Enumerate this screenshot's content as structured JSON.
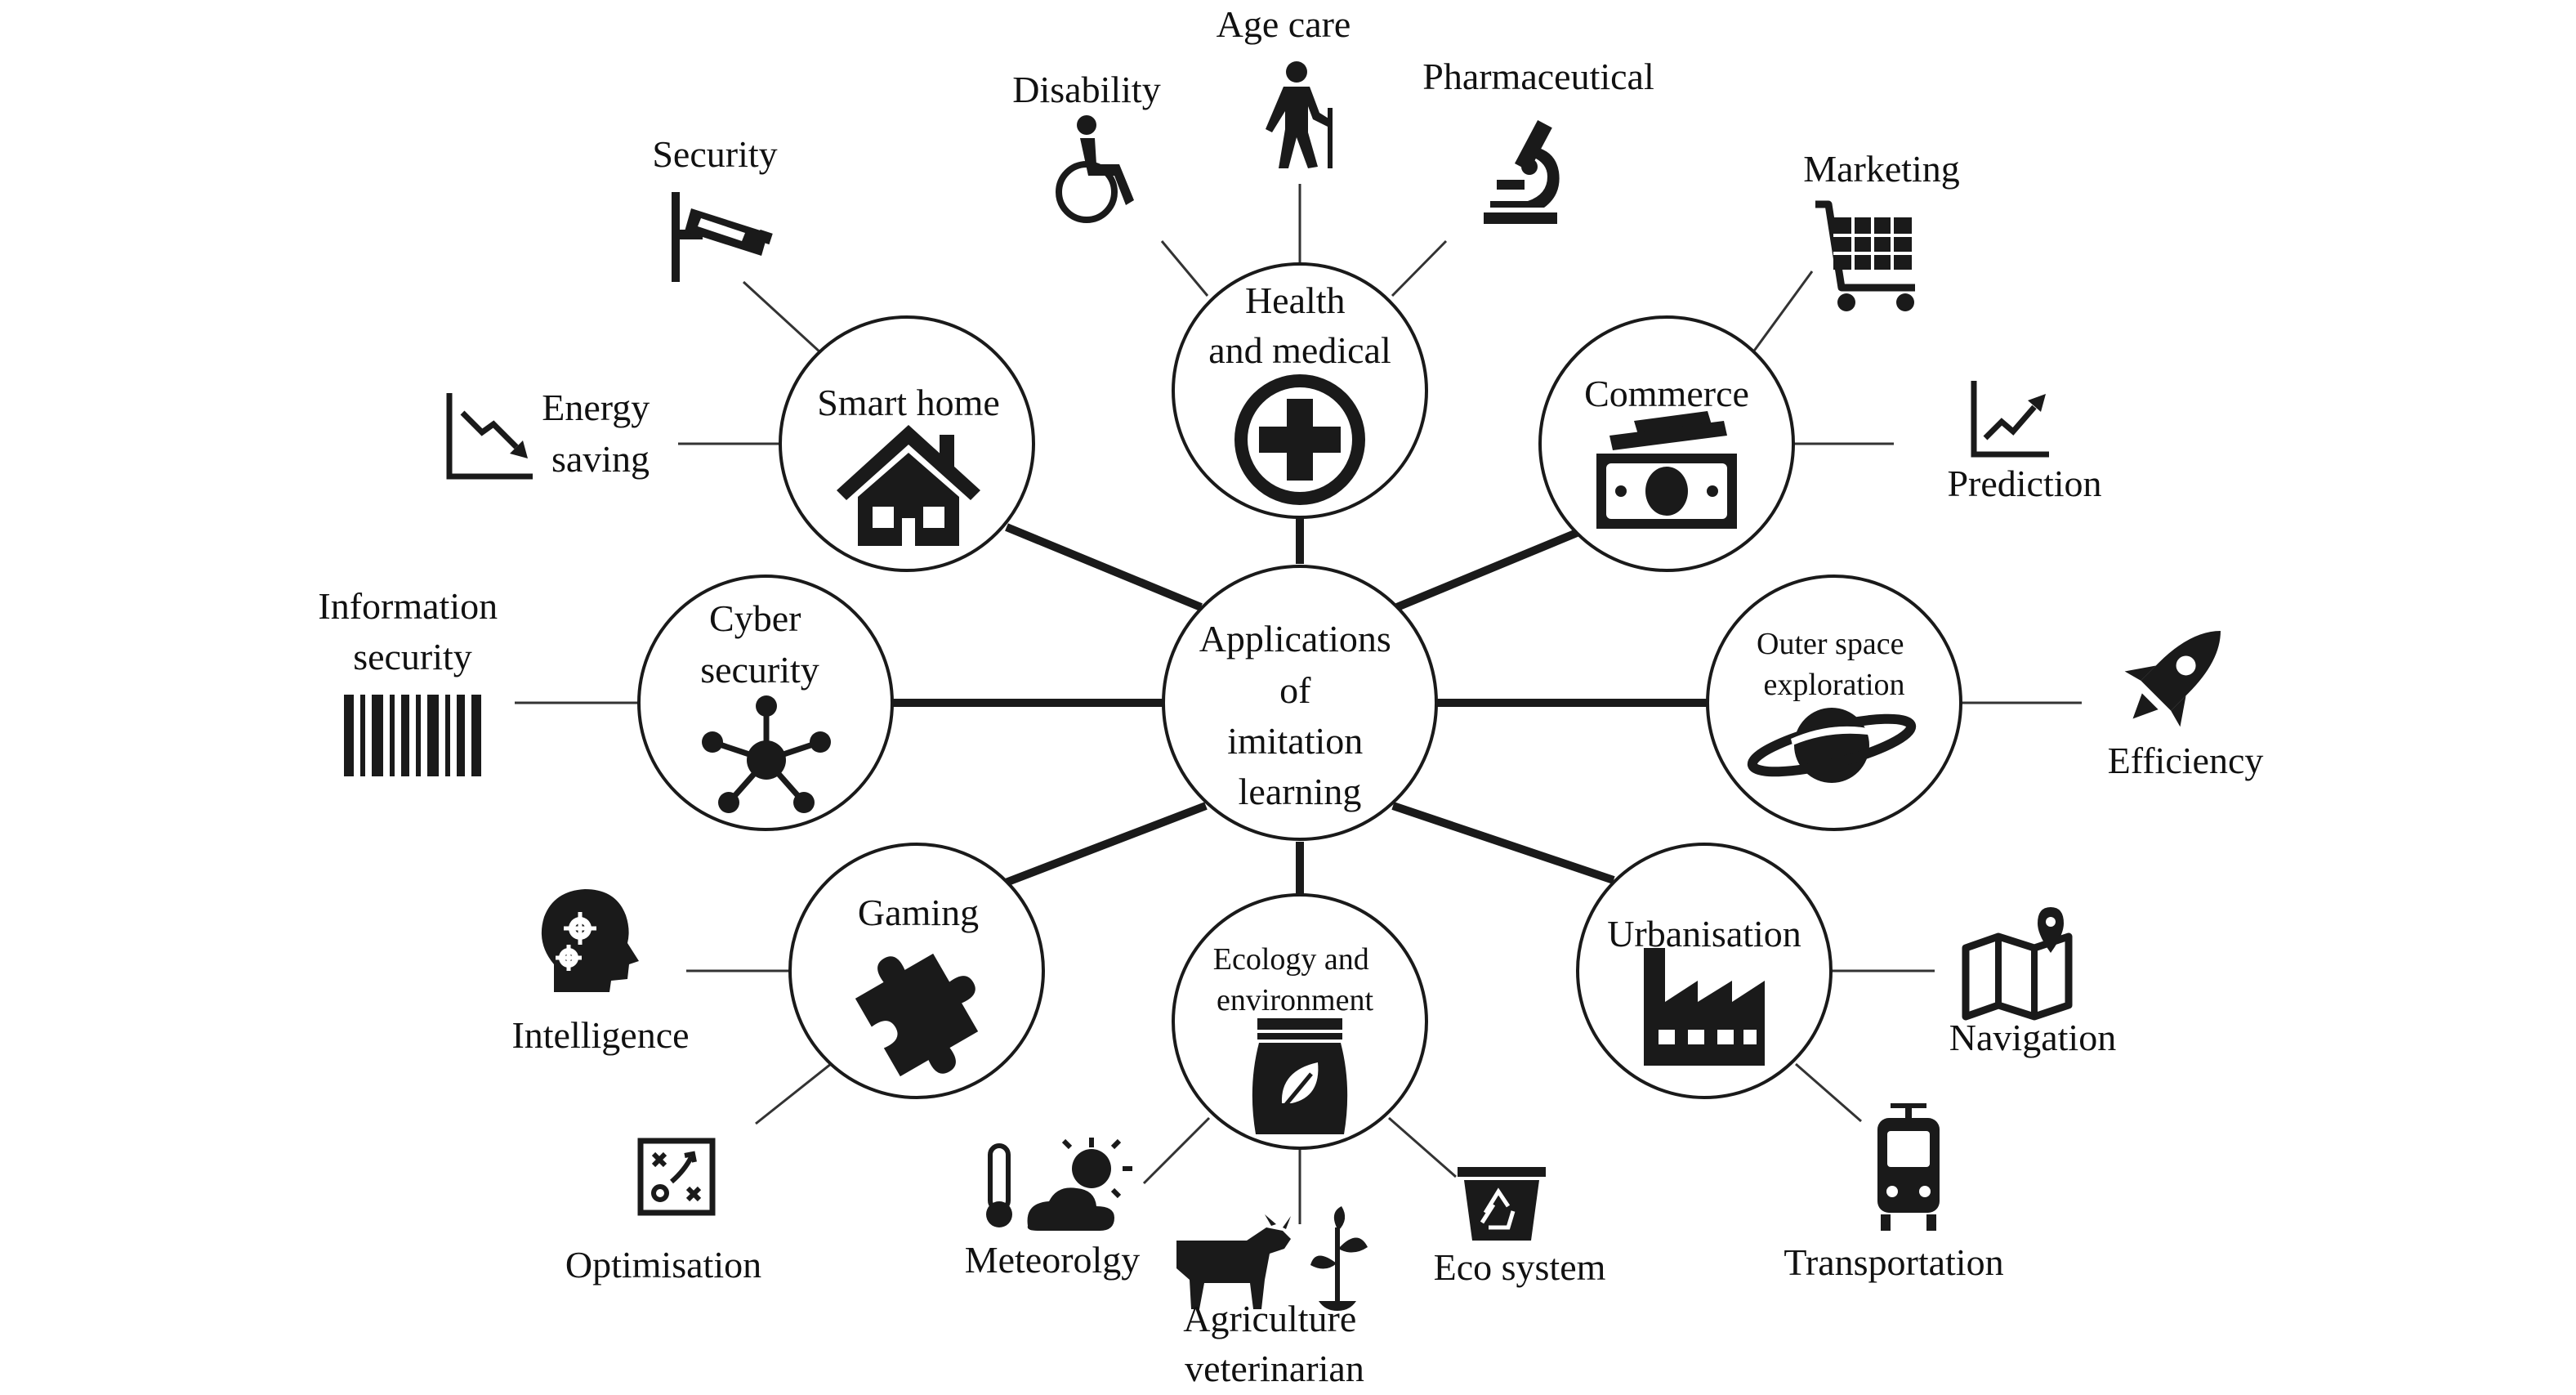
{
  "center": {
    "lines": [
      "Applications",
      "of",
      "imitation",
      "learning"
    ]
  },
  "hubs": {
    "health": {
      "lines": [
        "Health",
        "and medical"
      ]
    },
    "commerce": {
      "lines": [
        "Commerce"
      ]
    },
    "outer_space": {
      "lines": [
        "Outer space",
        "exploration"
      ]
    },
    "urbanisation": {
      "lines": [
        "Urbanisation"
      ]
    },
    "ecology": {
      "lines": [
        "Ecology and",
        "environment"
      ]
    },
    "gaming": {
      "lines": [
        "Gaming"
      ]
    },
    "cyber": {
      "lines": [
        "Cyber",
        "security"
      ]
    },
    "smart_home": {
      "lines": [
        "Smart home"
      ]
    }
  },
  "leaves": {
    "age_care": [
      "Age care"
    ],
    "disability": [
      "Disability"
    ],
    "pharmaceutical": [
      "Pharmaceutical"
    ],
    "marketing": [
      "Marketing"
    ],
    "prediction": [
      "Prediction"
    ],
    "efficiency": [
      "Efficiency"
    ],
    "navigation": [
      "Navigation"
    ],
    "transportation": [
      "Transportation"
    ],
    "eco_system": [
      "Eco system"
    ],
    "agriculture": [
      "Agriculture",
      "veterinarian"
    ],
    "meteorology": [
      "Meteorolgy"
    ],
    "optimisation": [
      "Optimisation"
    ],
    "intelligence": [
      "Intelligence"
    ],
    "information_security": [
      "Information",
      "security"
    ],
    "energy_saving": [
      "Energy",
      "saving"
    ],
    "security": [
      "Security"
    ]
  },
  "icons": {
    "health": "medical-cross-icon",
    "commerce": "money-icon",
    "outer_space": "planet-icon",
    "urbanisation": "factory-icon",
    "ecology": "compost-bag-icon",
    "gaming": "puzzle-icon",
    "cyber": "network-icon",
    "smart_home": "house-icon",
    "age_care": "elderly-person-icon",
    "disability": "wheelchair-icon",
    "pharmaceutical": "microscope-icon",
    "marketing": "shopping-cart-icon",
    "prediction": "trend-up-chart-icon",
    "efficiency": "rocket-icon",
    "navigation": "map-pin-icon",
    "transportation": "tram-icon",
    "eco_system": "recycle-bin-icon",
    "agriculture": "cow-plant-icon",
    "meteorology": "weather-icon",
    "optimisation": "strategy-board-icon",
    "intelligence": "head-gears-icon",
    "information_security": "barcode-icon",
    "energy_saving": "trend-down-chart-icon",
    "security": "cctv-camera-icon"
  },
  "colors": {
    "stroke": "#1a1a1a",
    "background": "#ffffff"
  }
}
